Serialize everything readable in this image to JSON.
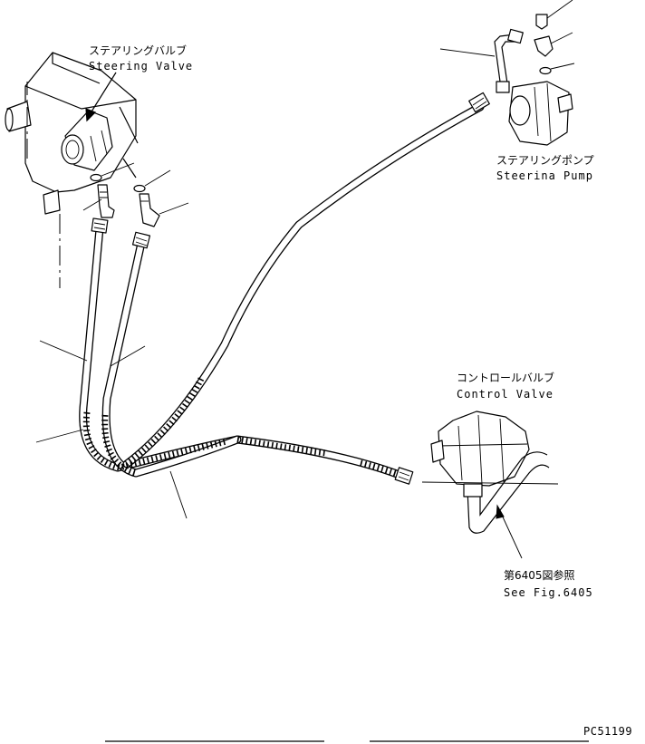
{
  "labels": {
    "steering_valve_jp": "ステアリングバルブ",
    "steering_valve_en": "Steering Valve",
    "steering_pump_jp": "ステアリングポンプ",
    "steering_pump_en": "Steerina Pump",
    "control_valve_jp": "コントロールバルブ",
    "control_valve_en": "Control Valve",
    "see_fig_jp": "第6405図参照",
    "see_fig_en": "See Fig.6405",
    "drawing_number": "PC51199"
  }
}
